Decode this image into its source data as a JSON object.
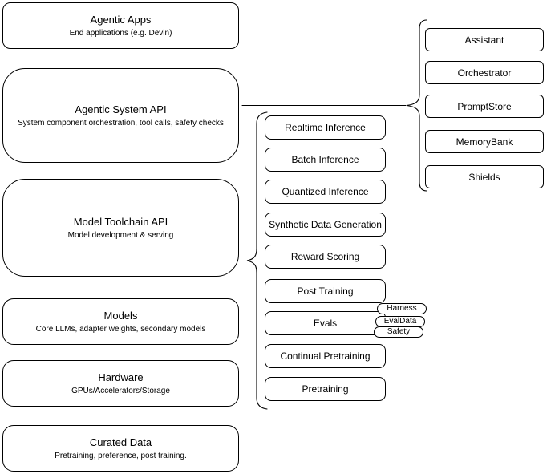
{
  "left_stack": [
    {
      "title": "Agentic Apps",
      "subtitle": "End applications (e.g. Devin)"
    },
    {
      "title": "Agentic System API",
      "subtitle": "System component orchestration, tool calls, safety checks"
    },
    {
      "title": "Model Toolchain API",
      "subtitle": "Model development & serving"
    },
    {
      "title": "Models",
      "subtitle": "Core LLMs, adapter weights, secondary models"
    },
    {
      "title": "Hardware",
      "subtitle": "GPUs/Accelerators/Storage"
    },
    {
      "title": "Curated Data",
      "subtitle": "Pretraining, preference, post training."
    }
  ],
  "toolchain_group": {
    "items": [
      "Realtime Inference",
      "Batch Inference",
      "Quantized Inference",
      "Synthetic Data Generation",
      "Reward Scoring",
      "Post Training",
      "Evals",
      "Continual Pretraining",
      "Pretraining"
    ]
  },
  "eval_badges": [
    "Harness",
    "EvalData",
    "Safety"
  ],
  "system_components": [
    "Assistant",
    "Orchestrator",
    "PromptStore",
    "MemoryBank",
    "Shields"
  ],
  "colors": {
    "stroke": "#000000",
    "background": "#ffffff",
    "text": "#000000"
  }
}
